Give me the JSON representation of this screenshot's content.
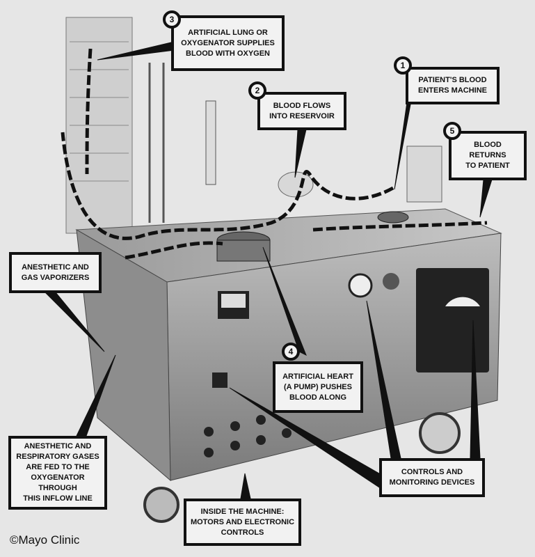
{
  "callouts": [
    {
      "number": "3",
      "text": "ARTIFICIAL LUNG OR\nOXYGENATOR SUPPLIES\nBLOOD WITH OXYGEN"
    },
    {
      "number": "2",
      "text": "BLOOD FLOWS\nINTO RESERVOIR"
    },
    {
      "number": "1",
      "text": "PATIENT'S BLOOD\nENTERS MACHINE"
    },
    {
      "number": "5",
      "text": "BLOOD\nRETURNS\nTO PATIENT"
    },
    {
      "number": "4",
      "text": "ARTIFICIAL HEART\n(A PUMP) PUSHES\nBLOOD ALONG"
    }
  ],
  "labels": {
    "vaporizers": "ANESTHETIC AND\nGAS VAPORIZERS",
    "inflow": "ANESTHETIC AND\nRESPIRATORY GASES\nARE FED TO THE\nOXYGENATOR THROUGH\nTHIS INFLOW LINE",
    "controls": "CONTROLS AND\nMONITORING DEVICES",
    "inside": "INSIDE THE MACHINE:\nMOTORS AND ELECTRONIC\nCONTROLS"
  },
  "copyright": "©Mayo Clinic"
}
